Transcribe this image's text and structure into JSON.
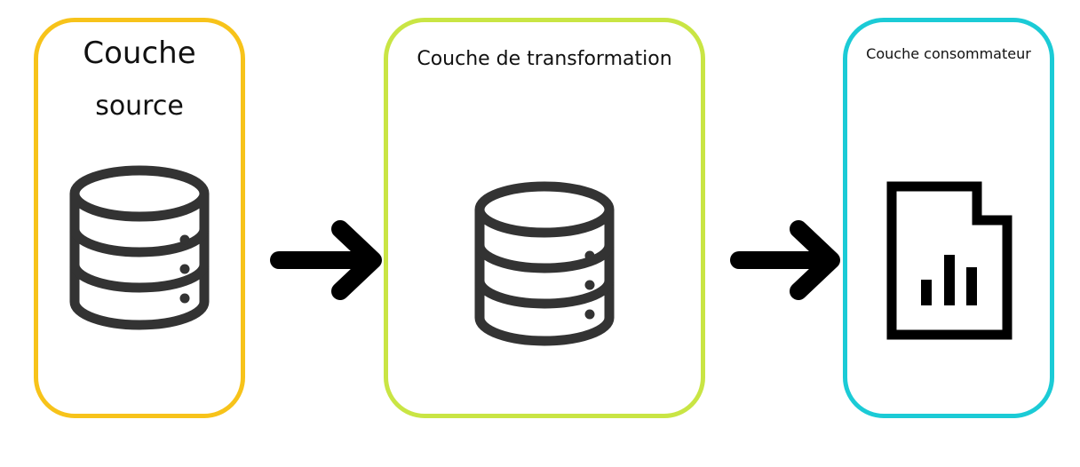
{
  "layers": [
    {
      "title_line1": "Couche",
      "title_line2": "source",
      "color": "#F7C31A",
      "icon": "database-icon"
    },
    {
      "title": "Couche de transformation",
      "color": "#C9E544",
      "icon": "database-icon"
    },
    {
      "title": "Couche consommateur",
      "color": "#1BCBD6",
      "icon": "report-document-icon"
    }
  ]
}
